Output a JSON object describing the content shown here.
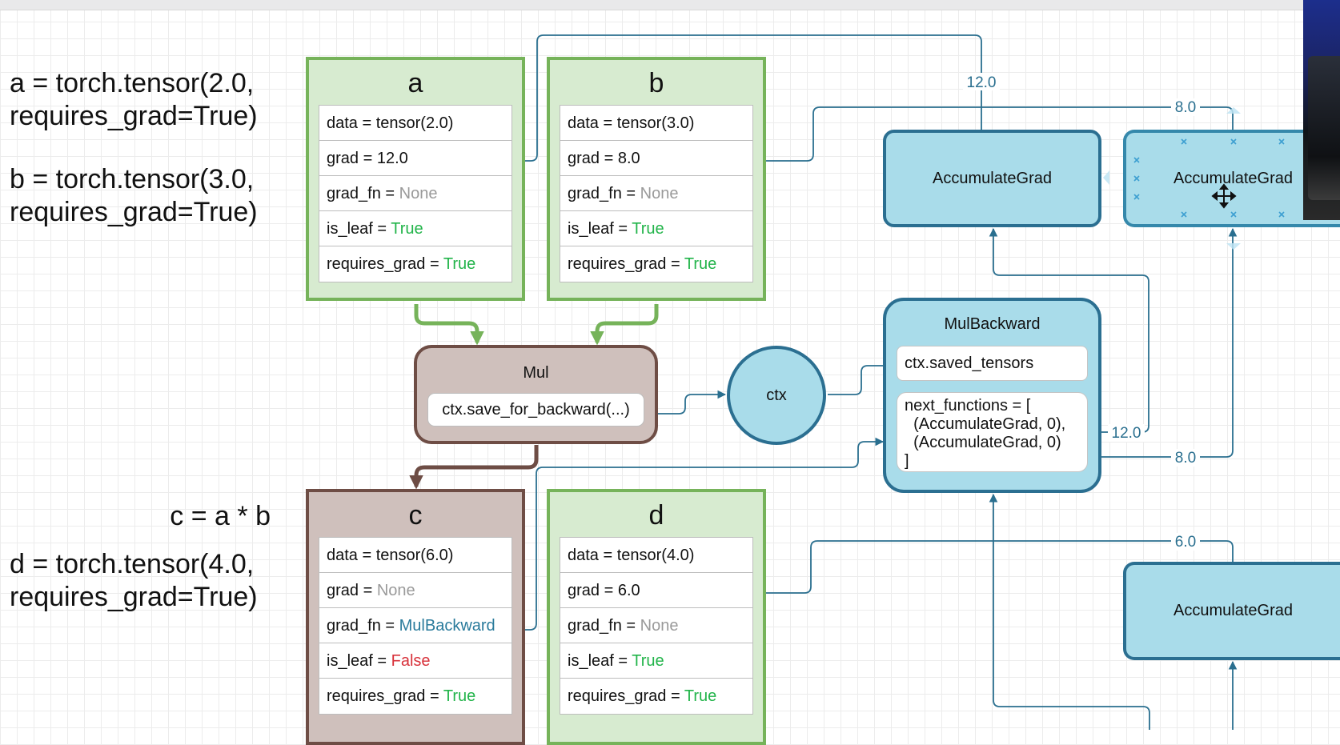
{
  "code": {
    "a_line1": "a = torch.tensor(2.0,",
    "a_line2": "requires_grad=True)",
    "b_line1": "b = torch.tensor(3.0,",
    "b_line2": "requires_grad=True)",
    "c_line": "c = a * b",
    "d_line1": "d = torch.tensor(4.0,",
    "d_line2": "requires_grad=True)"
  },
  "tensors": {
    "a": {
      "name": "a",
      "data_label": "data = tensor(2.0)",
      "grad_label": "grad = 12.0",
      "grad_fn_key": "grad_fn = ",
      "grad_fn_value": "None",
      "is_leaf_key": "is_leaf = ",
      "is_leaf_value": "True",
      "requires_grad_key": "requires_grad = ",
      "requires_grad_value": "True"
    },
    "b": {
      "name": "b",
      "data_label": "data = tensor(3.0)",
      "grad_label": "grad = 8.0",
      "grad_fn_key": "grad_fn = ",
      "grad_fn_value": "None",
      "is_leaf_key": "is_leaf = ",
      "is_leaf_value": "True",
      "requires_grad_key": "requires_grad = ",
      "requires_grad_value": "True"
    },
    "c": {
      "name": "c",
      "data_label": "data = tensor(6.0)",
      "grad_key": "grad = ",
      "grad_value": "None",
      "grad_fn_key": "grad_fn = ",
      "grad_fn_value": "MulBackward",
      "is_leaf_key": "is_leaf = ",
      "is_leaf_value": "False",
      "requires_grad_key": "requires_grad = ",
      "requires_grad_value": "True"
    },
    "d": {
      "name": "d",
      "data_label": "data = tensor(4.0)",
      "grad_label": "grad = 6.0",
      "grad_fn_key": "grad_fn = ",
      "grad_fn_value": "None",
      "is_leaf_key": "is_leaf = ",
      "is_leaf_value": "True",
      "requires_grad_key": "requires_grad = ",
      "requires_grad_value": "True"
    }
  },
  "mul_op": {
    "title": "Mul",
    "method": "ctx.save_for_backward(...)"
  },
  "ctx_node": {
    "label": "ctx"
  },
  "mul_backward": {
    "title": "MulBackward",
    "saved_tensors": "ctx.saved_tensors",
    "next_functions": "next_functions = [\n  (AccumulateGrad, 0),\n  (AccumulateGrad, 0)\n]"
  },
  "accumulate_grad": {
    "label": "AccumulateGrad"
  },
  "edge_labels": {
    "to_a": "12.0",
    "to_b": "8.0",
    "next_fn_1": "12.0",
    "next_fn_2": "8.0",
    "to_d": "6.0"
  },
  "colors": {
    "leaf_border": "#76b35a",
    "leaf_fill": "#d7ebd0",
    "op_border": "#6e4d45",
    "op_fill": "#cfc0bc",
    "backward_border": "#2b6f91",
    "backward_fill": "#a9dcea",
    "true_value": "#22b44a",
    "false_value": "#d8323b",
    "none_value": "#9a9a9a",
    "fn_value": "#2a7b9c"
  }
}
